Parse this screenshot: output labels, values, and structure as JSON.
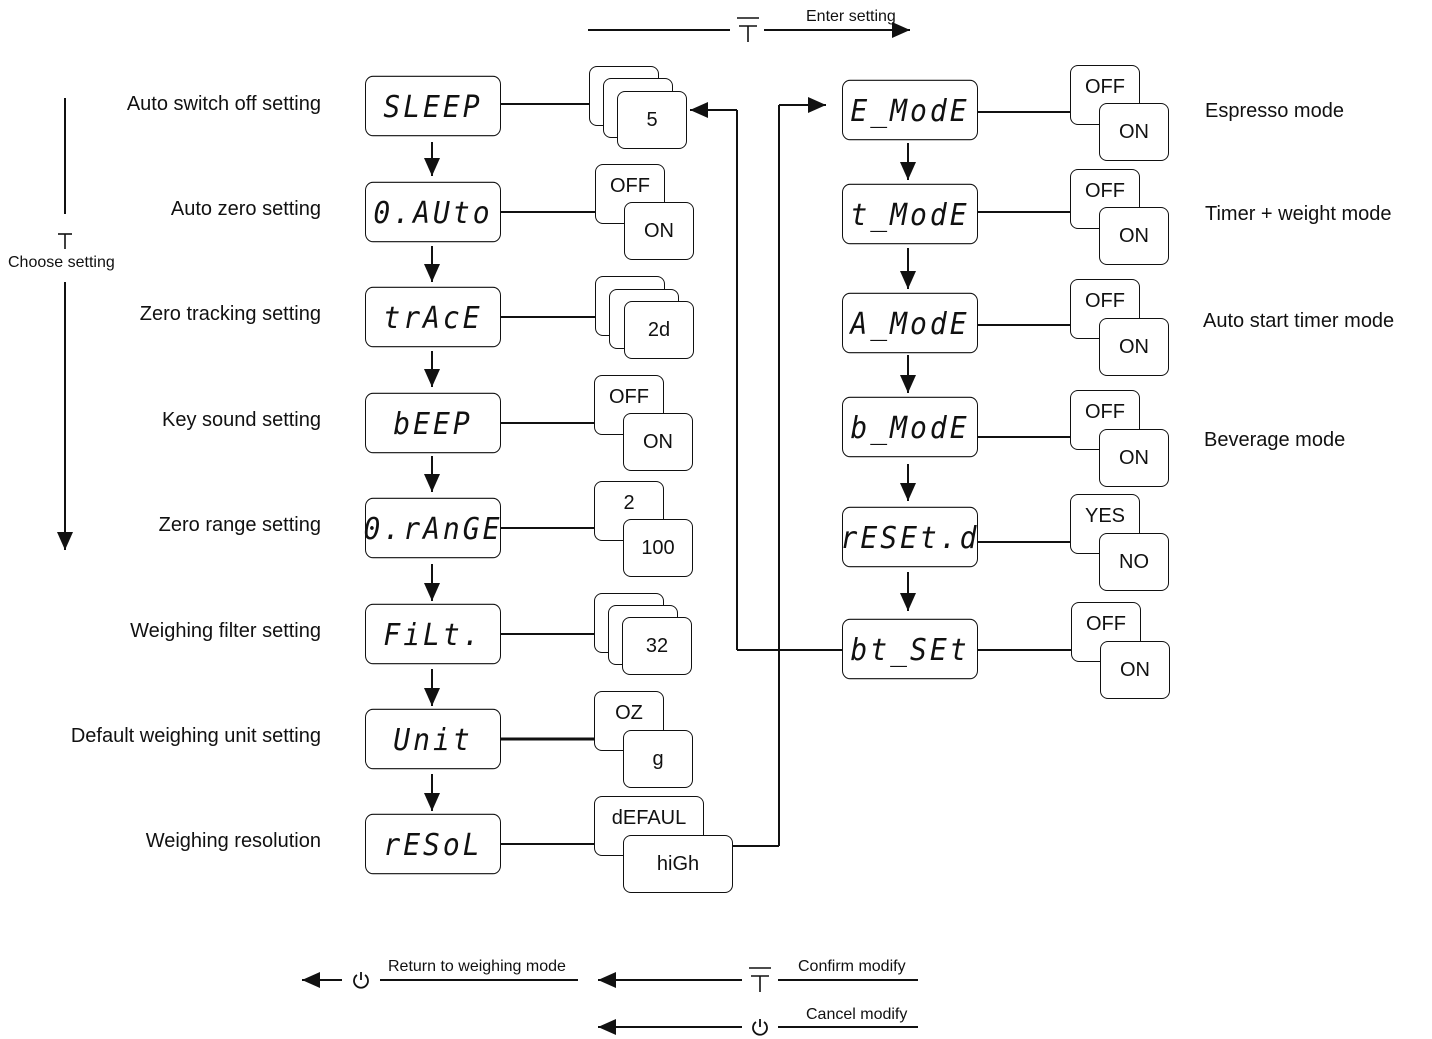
{
  "top": {
    "enter_setting": "Enter setting"
  },
  "side": {
    "choose_setting": "Choose setting"
  },
  "left_rows": [
    {
      "label": "Auto switch off setting",
      "display": "SLEEP",
      "options": [
        "5"
      ]
    },
    {
      "label": "Auto zero setting",
      "display": "0.AUto",
      "options": [
        "OFF",
        "ON"
      ]
    },
    {
      "label": "Zero tracking setting",
      "display": "trAcE",
      "options": [
        "2d"
      ]
    },
    {
      "label": "Key sound setting",
      "display": "bEEP",
      "options": [
        "OFF",
        "ON"
      ]
    },
    {
      "label": "Zero range setting",
      "display": "0.rAnGE",
      "options": [
        "2",
        "100"
      ]
    },
    {
      "label": "Weighing filter setting",
      "display": "FiLt.",
      "options": [
        "32"
      ]
    },
    {
      "label": "Default weighing unit setting",
      "display": "Unit",
      "options": [
        "OZ",
        "g"
      ]
    },
    {
      "label": "Weighing resolution",
      "display": "rESoL",
      "options": [
        "dEFAUL",
        "hiGh"
      ]
    }
  ],
  "right_rows": [
    {
      "label": "Espresso mode",
      "display": "E_ModE",
      "options": [
        "OFF",
        "ON"
      ]
    },
    {
      "label": "Timer + weight mode",
      "display": "t_ModE",
      "options": [
        "OFF",
        "ON"
      ]
    },
    {
      "label": "Auto start timer mode",
      "display": "A_ModE",
      "options": [
        "OFF",
        "ON"
      ]
    },
    {
      "label": "Beverage mode",
      "display": "b_ModE",
      "options": [
        "OFF",
        "ON"
      ]
    },
    {
      "label": "",
      "display": "rESEt.d",
      "options": [
        "YES",
        "NO"
      ]
    },
    {
      "label": "",
      "display": "bt_SEt",
      "options": [
        "OFF",
        "ON"
      ]
    }
  ],
  "bottom": {
    "return_label": "Return to weighing mode",
    "confirm_label": "Confirm modify",
    "cancel_label": "Cancel modify"
  },
  "icons": [
    "tare-icon",
    "power-icon",
    "arrow-icon"
  ]
}
